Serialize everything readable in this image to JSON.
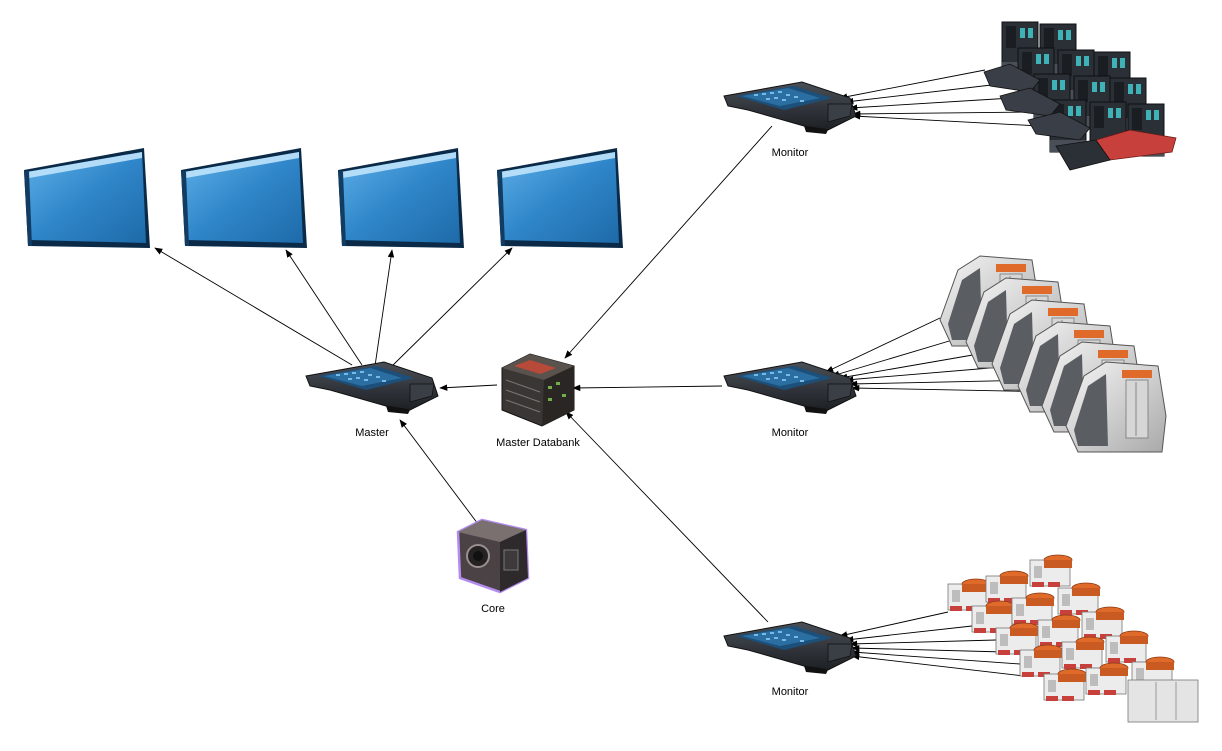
{
  "labels": {
    "master": "Master",
    "master_databank": "Master Databank",
    "core": "Core",
    "monitor_top": "Monitor",
    "monitor_mid": "Monitor",
    "monitor_bottom": "Monitor"
  },
  "colors": {
    "screen_fill": "#2f86c9",
    "screen_edge": "#0a2a48",
    "screen_highlight": "#9fd2f5",
    "console_dark": "#2a2e33",
    "console_panel": "#1c4f7a",
    "arrow": "#000000",
    "core_glow": "#b48cf0",
    "machine_white": "#e8e8e8",
    "machine_orange": "#e06a2a",
    "machine_red": "#c8403c",
    "machine_dark": "#2b2f36"
  },
  "icons": {
    "screen": "flat-screen-icon",
    "console": "computer-console-icon",
    "databank": "databank-cube-icon",
    "core": "core-cube-icon",
    "factory_dark": "dark-factory-machine-icon",
    "factory_white": "white-assembler-machine-icon",
    "factory_orange": "orange-capped-machine-icon"
  }
}
